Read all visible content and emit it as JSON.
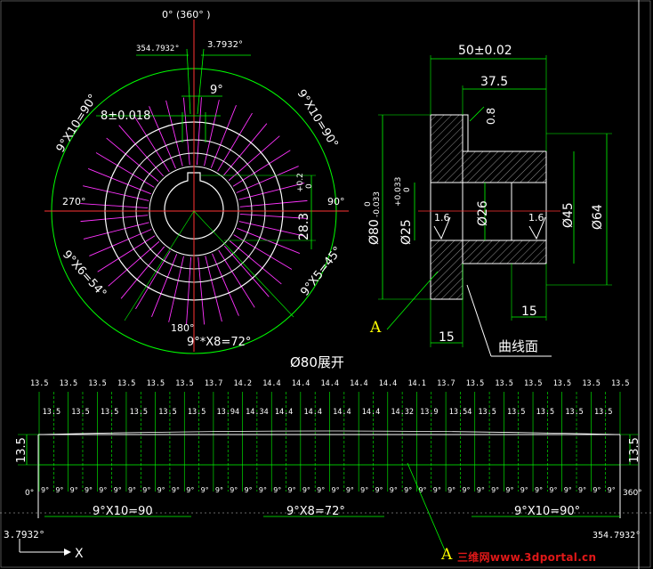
{
  "colors": {
    "background": "#000000",
    "outline": "#ffffff",
    "dimension": "#00ff00",
    "ray": "#ff33ff",
    "axis": "#ff3333",
    "watermark": "#e01818"
  },
  "icons": {
    "axis_x": "x-axis-arrow-icon"
  },
  "wheel": {
    "top_label": "0° (360° )",
    "left_angle": "354.7932°",
    "right_angle": "3.7932°",
    "small_angle": "9°",
    "slot_width": "8±0.018",
    "angle_270": "270°",
    "angle_90": "90°",
    "angle_180": "180°",
    "arc_top_left": "9°X10=90°",
    "arc_top_right": "9°X10=90°",
    "arc_left": "9°X6=54°",
    "arc_right": "9°X5=45°",
    "arc_bottom": "9°*X8=72°",
    "keyway_dim": "28.3",
    "keyway_tol_top": "+0.2",
    "keyway_tol_bottom": "0"
  },
  "section": {
    "width": "50±0.02",
    "inner_width": "37.5",
    "chamfer": "0.8",
    "dia80": "Ø80",
    "dia80_tol_top": "0",
    "dia80_tol_bottom": "-0.033",
    "dia25": "Ø25",
    "dia25_tol_top": "+0.033",
    "dia25_tol_bottom": "0",
    "dia26": "Ø26",
    "dia45": "Ø45",
    "dia64": "Ø64",
    "rough_left": "1.6",
    "rough_right": "1.6",
    "bottom_left": "15",
    "bottom_right": "15",
    "marker": "A",
    "surface_label": "曲线面"
  },
  "development": {
    "title": "Ø80展开",
    "top_row": [
      "13.5",
      "13.5",
      "13.5",
      "13.5",
      "13.5",
      "13.5",
      "13.7",
      "14.2",
      "14.4",
      "14.4",
      "14.4",
      "14.4",
      "14.4",
      "14.1",
      "13.7",
      "13.5",
      "13.5",
      "13.5",
      "13.5",
      "13.5",
      "13.5"
    ],
    "second_row": [
      "13.5",
      "13.5",
      "13.5",
      "13.5",
      "13.5",
      "13.5",
      "13.94",
      "14.34",
      "14.4",
      "14.4",
      "14.4",
      "14.4",
      "14.32",
      "13.9",
      "13.54",
      "13.5",
      "13.5",
      "13.5",
      "13.5",
      "13.5"
    ],
    "height_left": "13.5",
    "height_right": "13.5",
    "step_label": "9°",
    "start_label": "0°",
    "end_label": "360°",
    "span_left": "9°X10=90",
    "span_mid": "9°X8=72°",
    "span_right": "9°X10=90°",
    "origin_angle": "3.7932°",
    "end_angle": "354.7932°",
    "marker": "A",
    "axis_label": "X"
  },
  "watermark": "三维网www.3dportal.cn"
}
